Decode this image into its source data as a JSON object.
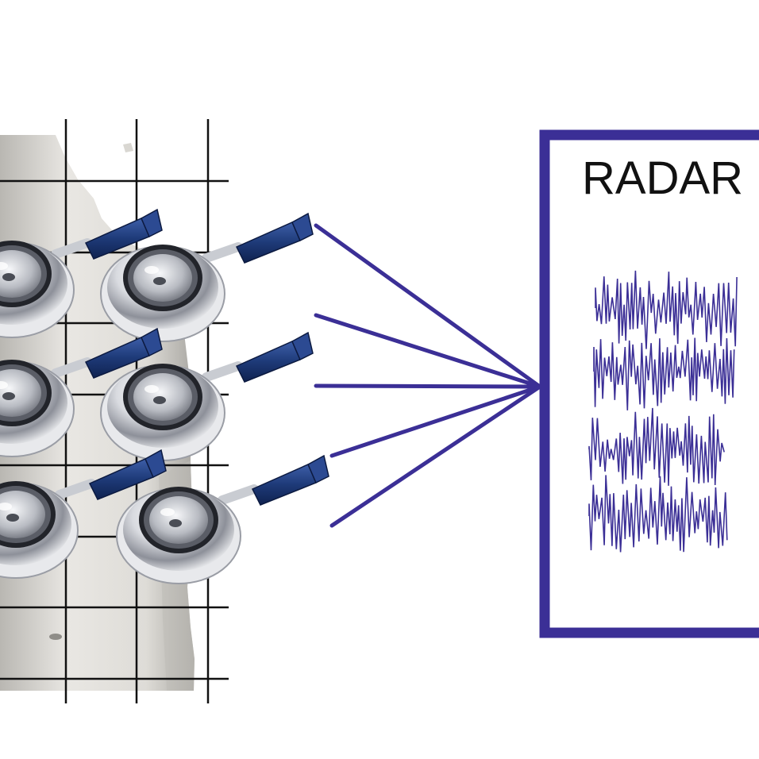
{
  "radar": {
    "label": "RADAR"
  },
  "colors": {
    "accent": "#3b2f96",
    "grid": "#111111",
    "skin_light": "#e7e5e1",
    "skin_shadow": "#9c9a95",
    "metal_light": "#f4f5f7",
    "metal_dark": "#2a2c33",
    "tubing": "#1e3a78"
  },
  "icons": {
    "sensor": "stethoscope-chestpiece-icon",
    "waveform": "radar-signal-waveform"
  },
  "sensor_count": 6,
  "signal_channel_count": 4
}
